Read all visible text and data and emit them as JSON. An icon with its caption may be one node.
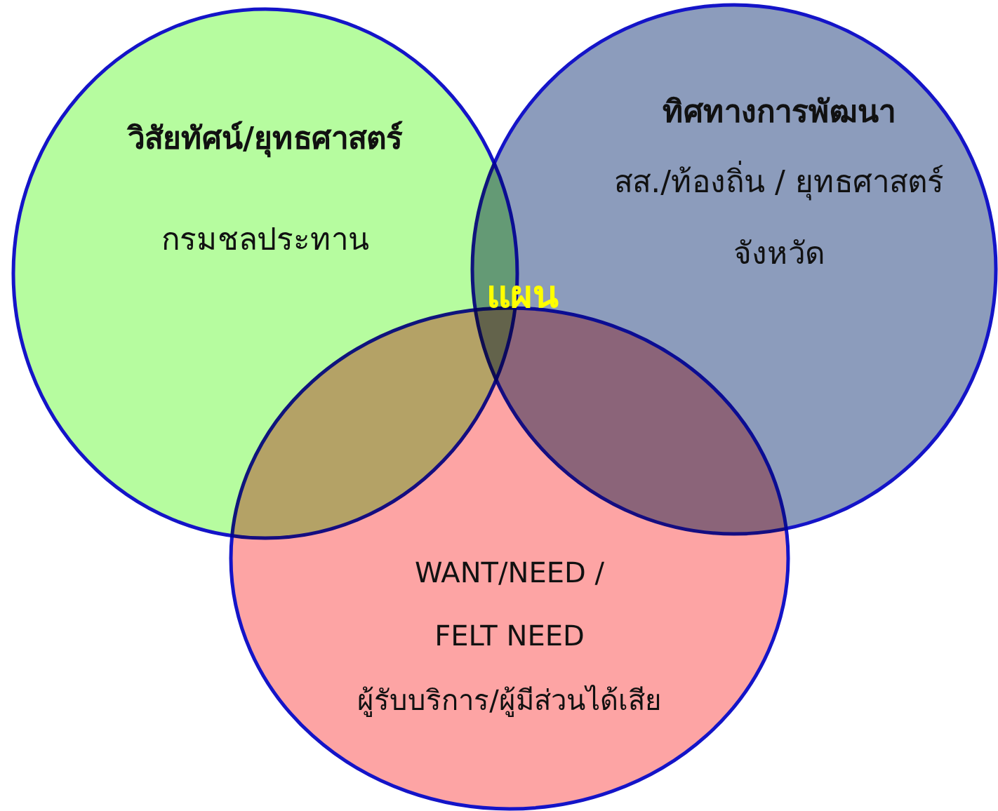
{
  "diagram": {
    "nodes": [
      {
        "text": [
          "วิสัยทัศน์/ยุทธศาสตร์",
          "กรมชลประทาน"
        ]
      },
      {
        "text": [
          "ทิศทางการพัฒนา",
          "สส./ท้องถิ่น / ยุทธศาสตร์จังหวัด"
        ]
      },
      {
        "text": [
          "WANT/NEED / FELT NEED",
          "ผู้รับบริการ/ผู้มีส่วนได้เสีย"
        ]
      }
    ],
    "labels": [
      "แผน"
    ]
  }
}
